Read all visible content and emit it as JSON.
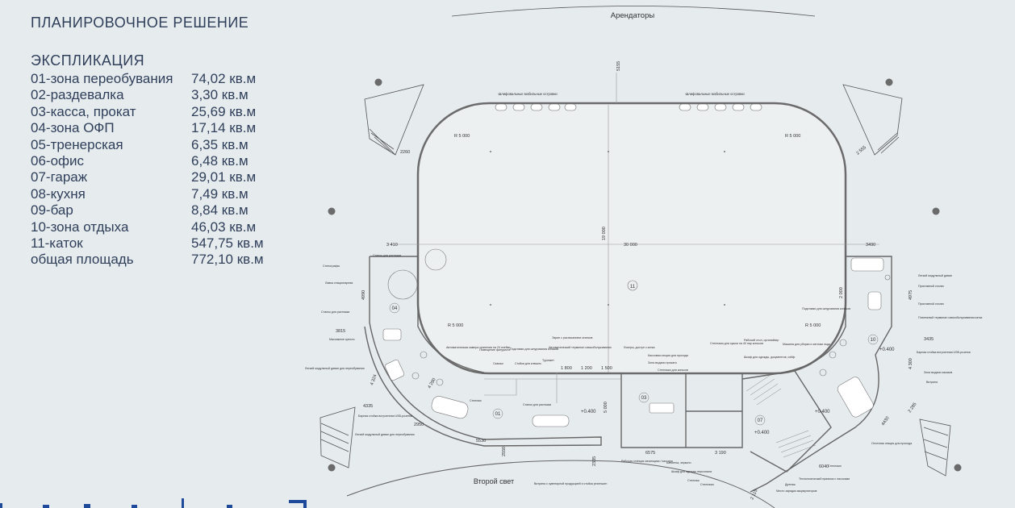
{
  "page_title": "ПЛАНИРОВОЧНОЕ РЕШЕНИЕ",
  "explication": {
    "title": "ЭКСПЛИКАЦИЯ",
    "rows": [
      {
        "name": "01-зона переобувания",
        "area": "74,02 кв.м"
      },
      {
        "name": "02-раздевалка",
        "area": "3,30 кв.м"
      },
      {
        "name": "03-касса, прокат",
        "area": "25,69 кв.м"
      },
      {
        "name": "04-зона ОФП",
        "area": "17,14 кв.м"
      },
      {
        "name": "05-тренерская",
        "area": "6,35 кв.м"
      },
      {
        "name": "06-офис",
        "area": "6,48 кв.м"
      },
      {
        "name": "07-гараж",
        "area": "29,01 кв.м"
      },
      {
        "name": "08-кухня",
        "area": "7,49 кв.м"
      },
      {
        "name": "09-бар",
        "area": "8,84 кв.м"
      },
      {
        "name": "10-зона отдыха",
        "area": "46,03 кв.м"
      },
      {
        "name": "11-каток",
        "area": "547,75 кв.м"
      },
      {
        "name": "общая площадь",
        "area": "772,10 кв.м"
      }
    ]
  },
  "plan": {
    "top_label": "Арендаторы",
    "bottom_label": "Второй свет",
    "rink_number": "11",
    "dims": {
      "width_30000": "30 000",
      "height_19000": "19 000",
      "left_3410": "3 410",
      "right_3490": "3490",
      "top_5155": "5155",
      "r_tl": "R 5 000",
      "r_tr": "R 5 000",
      "r_bl": "R 5 000",
      "r_br": "R 5 000",
      "d_2260": "2260",
      "d_2555": "2 555",
      "d_3815": "3815",
      "d_4990": "4990",
      "d_4975": "4975",
      "d_3435": "3435",
      "d_4300": "4 300",
      "d_2000": "2 000",
      "d_4324": "4 324",
      "d_4335": "4335",
      "d_4280": "4 280",
      "d_2950": "2950",
      "d_5530": "5530",
      "d_2550": "2550",
      "d_2335": "2335",
      "d_6575": "6575",
      "d_3190": "3 190",
      "d_6040": "6040",
      "d_4430": "4430",
      "d_2285": "2 285",
      "d_2115": "2 115",
      "d_1800": "1 800",
      "d_1200": "1 200",
      "d_1500": "1 500",
      "d_5000": "5 000"
    },
    "levels": {
      "l1": "+0.400",
      "l2": "+0.400",
      "l3": "+0.400",
      "l4": "+0.400"
    },
    "rooms": {
      "r01": "01",
      "r03": "03",
      "r04": "04",
      "r07": "07",
      "r10": "10"
    },
    "notes": {
      "shelves_top_left": "Шлифовальные мобильные островки",
      "shelves_top_right": "Шлифовальные мобильные островки",
      "stenogramm": "Стенографы",
      "lavka": "Лавка стационарная",
      "stanok_rost": "Станок для растяжки",
      "stanok_rost2": "Станок для растяжки",
      "massazh": "Массажное кресло",
      "divan_left": "Легкий модульный диван для переобувания",
      "barnaya": "Барная стойка встроенная USB-розетки",
      "divan_left2": "Легкий модульный диван для переобувания",
      "avtomat_kamera": "Автоматическая камера хранения на 24 ячейки",
      "pomeshenie_fig": "Помещение фигуриста",
      "podstavki": "Подставки для шнурования коньков",
      "stoyki": "Стойки для клюшек",
      "stellazh": "Стеллаж",
      "turniket": "Турникет",
      "ekran": "Экран с расписанием сеансов",
      "avtomat_terminal": "Автоматический терминал самообслуживания",
      "lokery": "Локеры, доступ с катка",
      "kassovaya": "Кассовая секция для прохода",
      "zona_vydachi": "Зона выдачи проката",
      "stellazhi_konki": "Стеллажи для коньков",
      "stellazhi_sushki": "Стеллажи для сушки на 40 пар коньков",
      "rabochiy_stol": "Рабочий стол, органайзер",
      "shkaf_odezhdy": "Шкаф для одежды, документов, сейф",
      "mashina": "Машина для уборки и заточки льда",
      "divan_right": "Легкий модульный диван",
      "pristavnoy": "Приставной столик",
      "pristavnoy2": "Приставной столик",
      "podstavki2": "Подставки для шнурования коньков",
      "terminal_right": "Платежный терминал самообслуживания катка",
      "barnaya_right": "Барная стойка встроенная USB-розетки",
      "zona_zakazov": "Зона выдачи заказов",
      "vitrina": "Витрина",
      "otsechnaya": "Отсечная секция для прохода",
      "stellazhi2": "Стеллажи",
      "tehnologicheskiy": "Технологический приямок с насосами",
      "drenazh": "Дренаж",
      "mesto_zaryadki": "Место зарядки аккумуляторов",
      "rabochaya": "Рабочая станция зачинщика / кассира",
      "banketka": "Банкетка, зеркало",
      "shkaf_personala": "Шкаф для одежды персонала",
      "stellazh_b": "Стеллаж",
      "stellazhi_b": "Стеллажи",
      "vitrina_bottom": "Витрина с сувенирной продукцией и стойка ресепшен",
      "skami": "Скамьи",
      "stanok_rost3": "Станок для растяжки"
    }
  }
}
